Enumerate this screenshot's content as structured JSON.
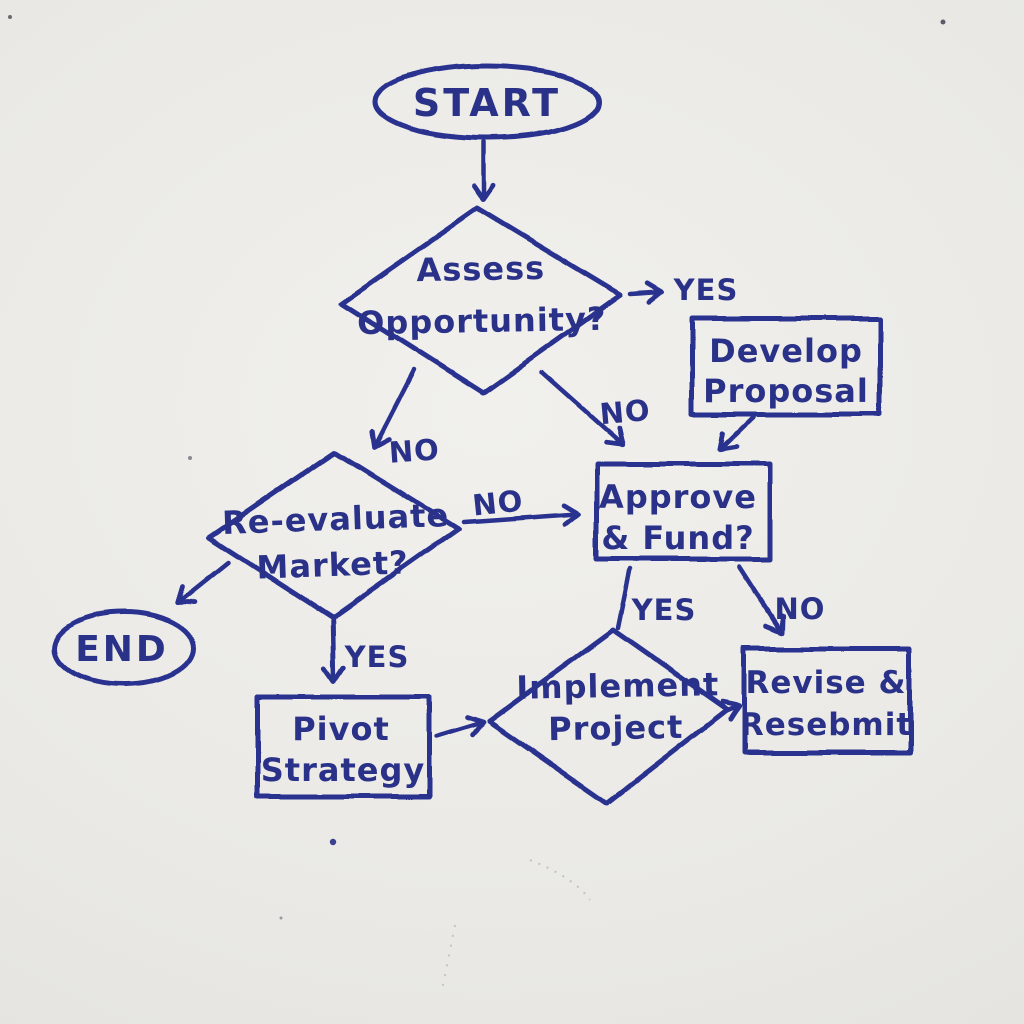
{
  "diagram": {
    "kind": "hand-drawn whiteboard flowchart",
    "ink_color": "#2b3390",
    "whiteboard_color": "#eae9e5",
    "nodes": {
      "start": {
        "shape": "ellipse",
        "label": "START"
      },
      "assess": {
        "shape": "diamond",
        "line1": "Assess",
        "line2": "Opportunity?"
      },
      "develop": {
        "shape": "rectangle",
        "line1": "Develop",
        "line2": "Proposal"
      },
      "reevaluate": {
        "shape": "diamond",
        "line1": "Re-evaluate",
        "line2": "Market?"
      },
      "approve": {
        "shape": "rectangle",
        "line1": "Approve",
        "line2": "& Fund?"
      },
      "end": {
        "shape": "ellipse",
        "label": "END"
      },
      "pivot": {
        "shape": "rectangle",
        "line1": "Pivot",
        "line2": "Strategy"
      },
      "implement": {
        "shape": "diamond",
        "line1": "Implement",
        "line2": "Project"
      },
      "revise": {
        "shape": "rectangle",
        "line1": "Revise &",
        "line2": "Resebmit"
      }
    },
    "edges": [
      {
        "from": "START",
        "to": "Assess Opportunity?",
        "label": ""
      },
      {
        "from": "Assess Opportunity?",
        "to": "Develop Proposal",
        "label": "YES"
      },
      {
        "from": "Assess Opportunity?",
        "to": "Re-evaluate Market?",
        "label": "NO"
      },
      {
        "from": "Assess Opportunity?",
        "to": "Approve & Fund?",
        "label": "NO"
      },
      {
        "from": "Develop Proposal",
        "to": "Approve & Fund?",
        "label": ""
      },
      {
        "from": "Re-evaluate Market?",
        "to": "Approve & Fund?",
        "label": "NO"
      },
      {
        "from": "Re-evaluate Market?",
        "to": "END",
        "label": ""
      },
      {
        "from": "Re-evaluate Market?",
        "to": "Pivot Strategy",
        "label": "YES"
      },
      {
        "from": "Approve & Fund?",
        "to": "Implement Project",
        "label": "YES"
      },
      {
        "from": "Approve & Fund?",
        "to": "Revise & Resebmit",
        "label": "NO"
      },
      {
        "from": "Pivot Strategy",
        "to": "Implement Project",
        "label": ""
      },
      {
        "from": "Implement Project",
        "to": "Revise & Resebmit",
        "label": ""
      }
    ]
  }
}
